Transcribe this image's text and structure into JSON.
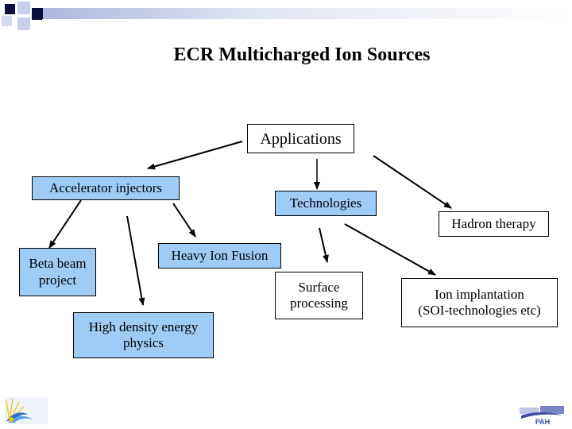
{
  "slide": {
    "title": "ECR Multicharged Ion Sources"
  },
  "nodes": {
    "applications": "Applications",
    "accelerator_injectors": "Accelerator injectors",
    "technologies": "Technologies",
    "hadron_therapy": "Hadron therapy",
    "beta_beam": "Beta beam\nproject",
    "heavy_ion_fusion": "Heavy Ion Fusion",
    "surface_processing": "Surface\nprocessing",
    "ion_implantation": "Ion implantation\n(SOI-technologies etc)",
    "high_density": "High density energy\nphysics"
  },
  "logos": {
    "right_logo_text": "РАН"
  },
  "colors": {
    "box_fill": "#9fcbf7",
    "deco_dark": "#0a0f3c",
    "deco_light": "#b8c3e0"
  }
}
